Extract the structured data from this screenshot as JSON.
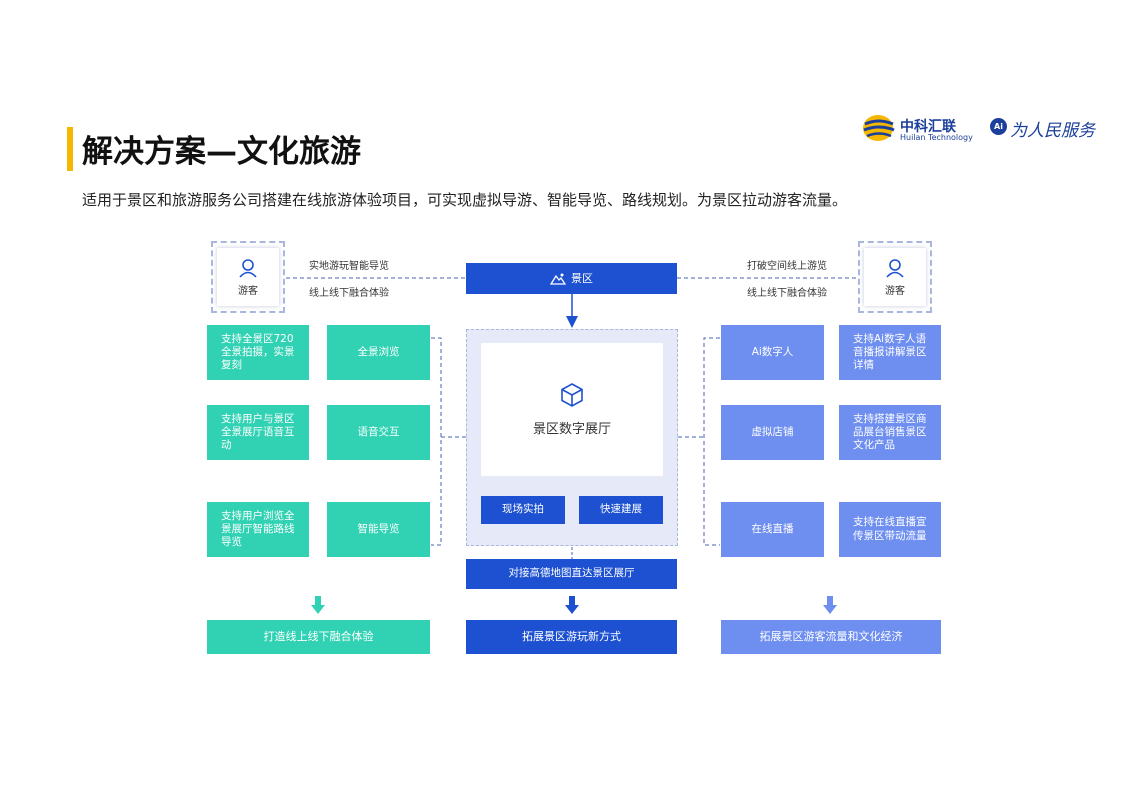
{
  "header": {
    "title": "解决方案—文化旅游",
    "subtitle": "适用于景区和旅游服务公司搭建在线旅游体验项目，可实现虚拟导游、智能导览、路线规划。为景区拉动游客流量。"
  },
  "logos": {
    "primary_cn": "中科汇联",
    "primary_en": "Huilan Technology",
    "secondary_badge": "Ai",
    "secondary_text": "为人民服务"
  },
  "diagram": {
    "guest_label": "游客",
    "top_left_lines": [
      "实地游玩智能导览",
      "线上线下融合体验"
    ],
    "top_right_lines": [
      "打破空间线上游览",
      "线上线下融合体验"
    ],
    "scenic_area": "景区",
    "center_label": "景区数字展厅",
    "center_buttons": [
      "现场实拍",
      "快速建展"
    ],
    "connect_bar": "对接高德地图直达景区展厅",
    "left_descriptions": [
      "支持全景区720全景拍摄，实景复刻",
      "支持用户与景区全景展厅语音互动",
      "支持用户浏览全景展厅智能路线导览"
    ],
    "left_features": [
      "全景浏览",
      "语音交互",
      "智能导览"
    ],
    "right_features": [
      "Ai数字人",
      "虚拟店铺",
      "在线直播"
    ],
    "right_descriptions": [
      "支持Ai数字人语音播报讲解景区详情",
      "支持搭建景区商品展台销售景区文化产品",
      "支持在线直播宣传景区带动流量"
    ],
    "results": [
      "打造线上线下融合体验",
      "拓展景区游玩新方式",
      "拓展景区游客流量和文化经济"
    ]
  },
  "colors": {
    "teal": "#30d2b3",
    "blue": "#1d51d1",
    "light_blue": "#6e8ff0",
    "accent_yellow": "#f5b700"
  }
}
